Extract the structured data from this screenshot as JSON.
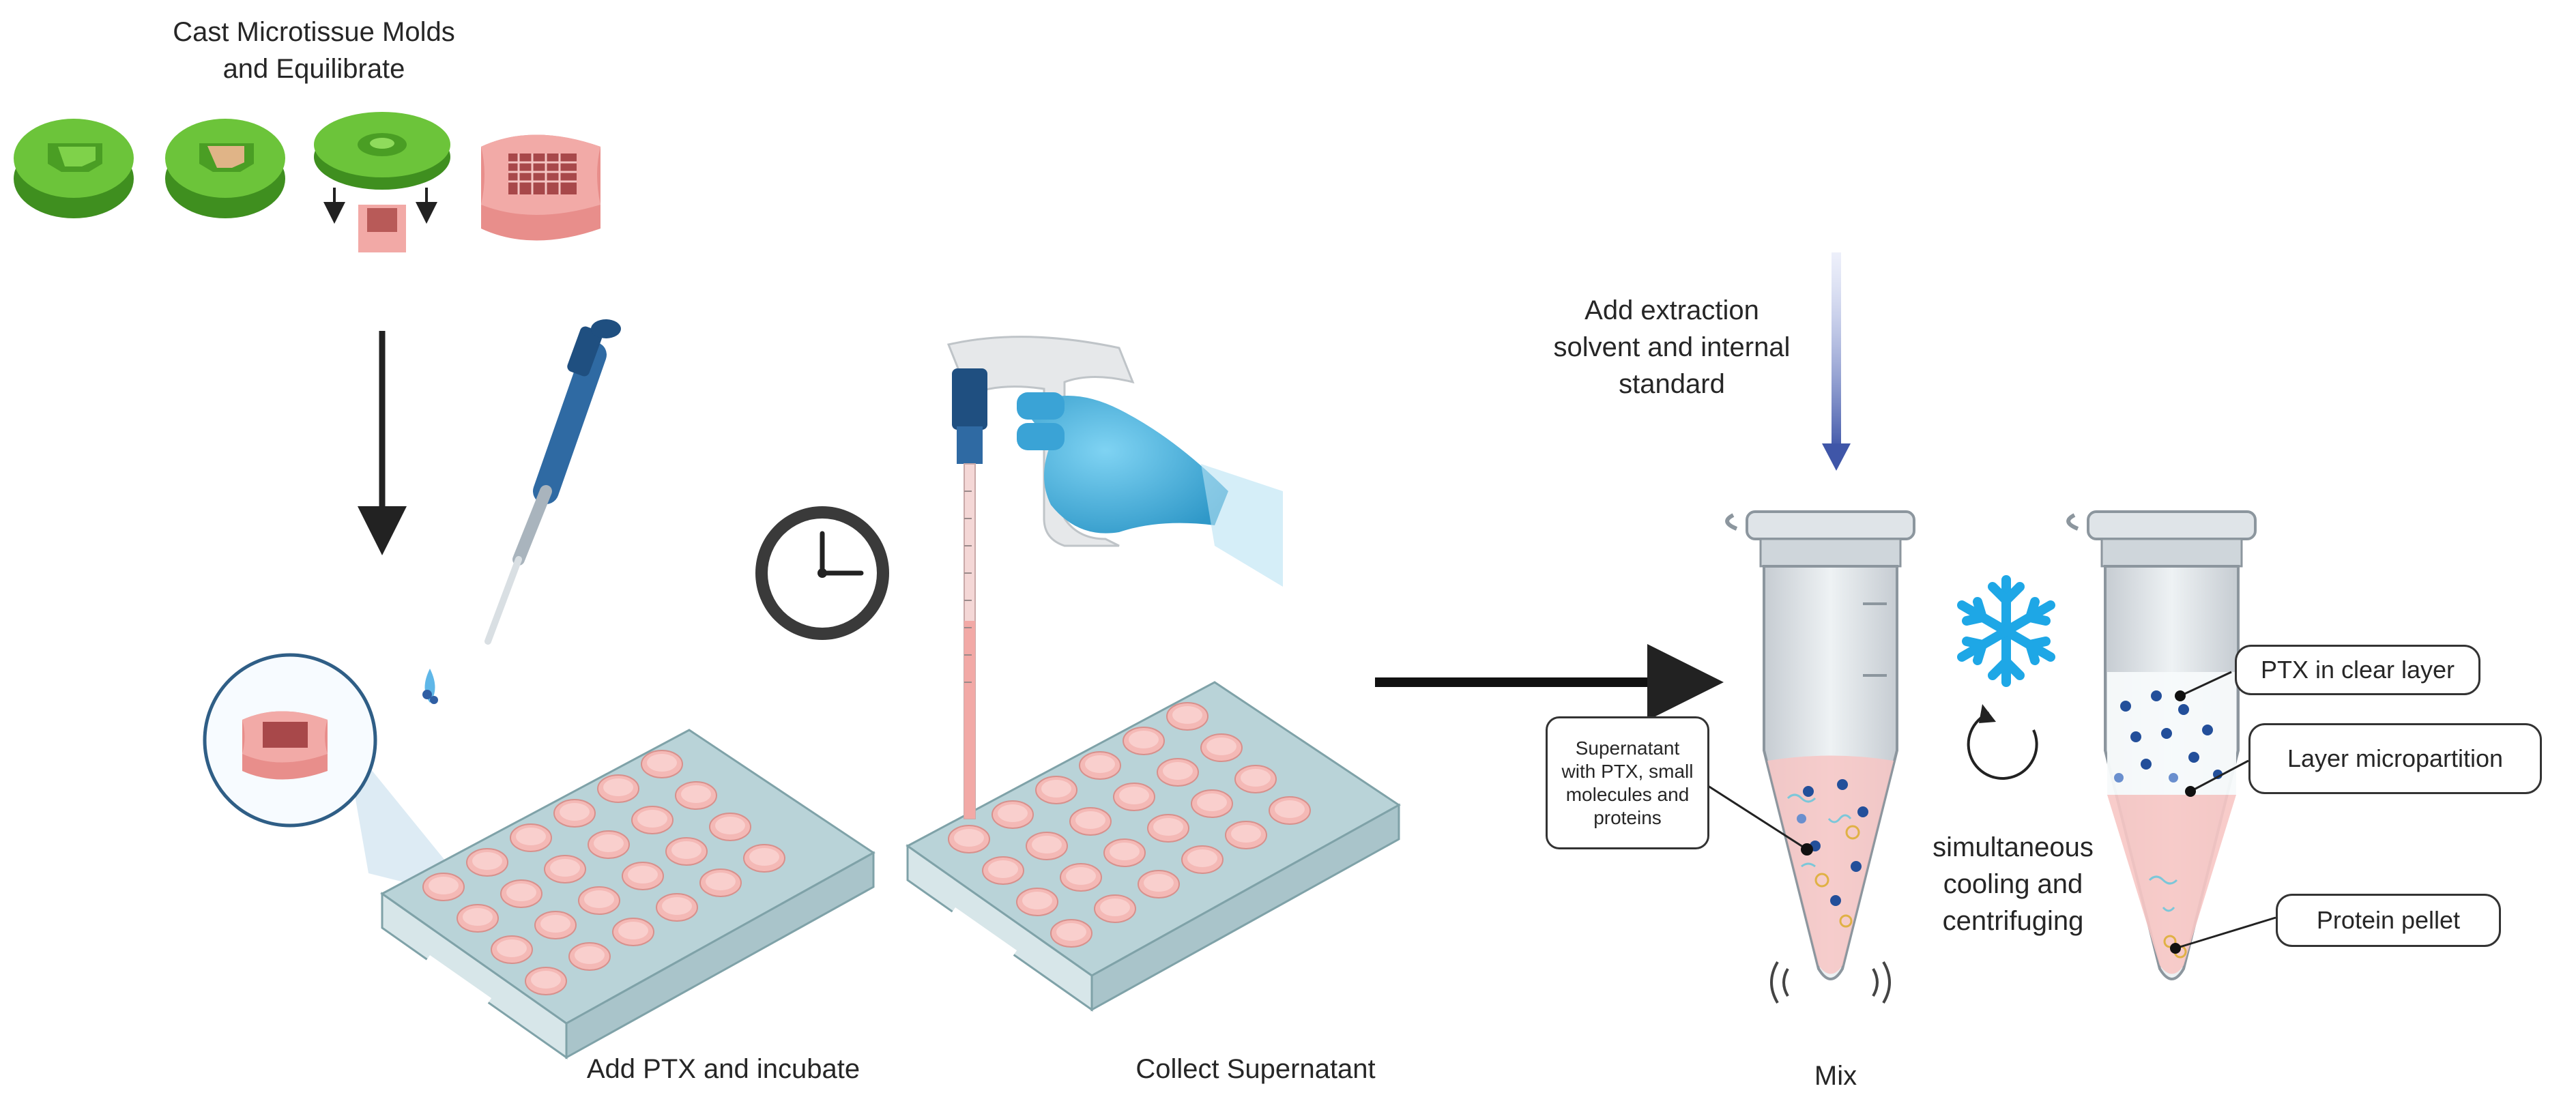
{
  "steps": {
    "cast": {
      "line1": "Cast Microtissue Molds",
      "line2": "and Equilibrate"
    },
    "add_ptx": "Add PTX and incubate",
    "collect": "Collect Supernatant",
    "extraction": {
      "line1": "Add extraction",
      "line2": "solvent and internal",
      "line3": "standard"
    },
    "mix": "Mix",
    "cooling": {
      "line1": "simultaneous",
      "line2": "cooling and",
      "line3": "centrifuging"
    }
  },
  "callouts": {
    "supernatant": {
      "line1": "Supernatant",
      "line2": "with PTX, small",
      "line3": "molecules and",
      "line4": "proteins"
    },
    "ptx_clear": "PTX in clear layer",
    "micropartition": "Layer  micropartition",
    "pellet": "Protein pellet"
  },
  "icons": [
    "microtissue-mold-icon",
    "micropipette-icon",
    "clock-icon",
    "pipette-controller-icon",
    "well-plate-icon",
    "microcentrifuge-tube-icon",
    "snowflake-icon",
    "rotate-icon"
  ],
  "colors": {
    "mold_green": "#5cb82e",
    "tissue_pink": "#f2a9a6",
    "pipette_blue": "#2f6aa3",
    "glove_blue": "#4fb6e0",
    "snowflake": "#1ea7e6",
    "arrow_blue": "#3f56a8",
    "plate": "#cfe3e6"
  }
}
